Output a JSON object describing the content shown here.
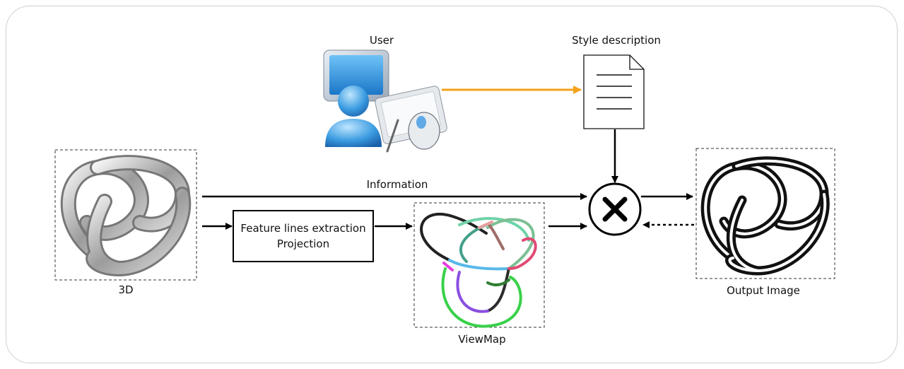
{
  "nodes": {
    "user": "User",
    "style_description": "Style description",
    "three_d": "3D",
    "information": "Information",
    "process_line1": "Feature lines extraction",
    "process_line2": "Projection",
    "viewmap": "ViewMap",
    "output_image": "Output Image"
  },
  "colors": {
    "user_arrow": "#f5a21b",
    "arrows": "#000000",
    "frame": "#cfcfcf"
  },
  "icons": {
    "user": "user-at-computer-icon",
    "document": "document-icon",
    "combine": "x-combine-icon",
    "knot": "trefoil-knot-icon"
  }
}
